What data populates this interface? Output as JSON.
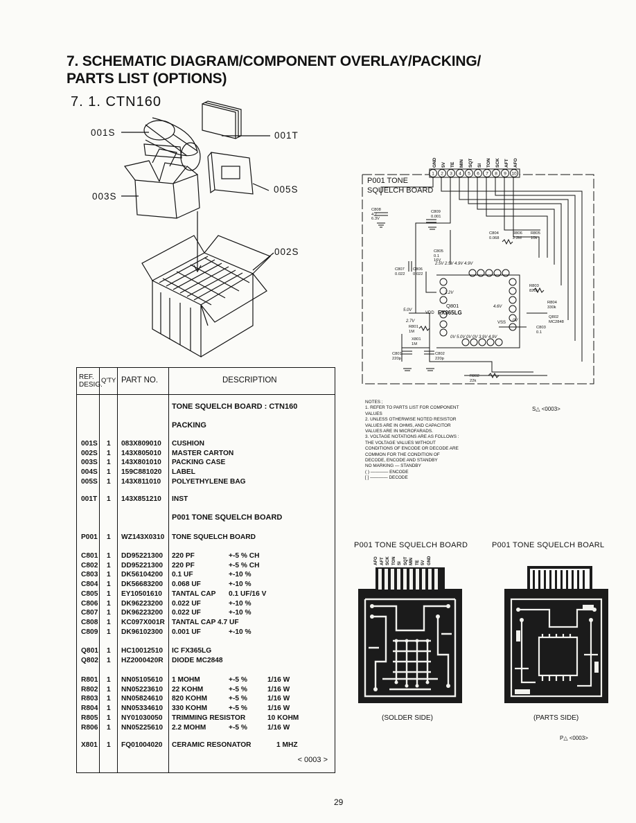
{
  "page": {
    "title_line1": "7. SCHEMATIC DIAGRAM/COMPONENT OVERLAY/PACKING/",
    "title_line2": "PARTS LIST (OPTIONS)",
    "subtitle": "7. 1.  CTN160",
    "page_number": "29"
  },
  "packing_labels": {
    "cushion": "001S",
    "inst": "001T",
    "case": "003S",
    "bag": "005S",
    "carton": "002S"
  },
  "table": {
    "headers": {
      "ref_line1": "REF.",
      "ref_line2": "DESIG.",
      "qty": "Q'TY",
      "part": "PART NO.",
      "desc": "DESCRIPTION"
    },
    "section_board": "TONE SQUELCH BOARD : CTN160",
    "section_packing": "PACKING",
    "section_p001": "P001 TONE SQUELCH BOARD",
    "footer": "< 0003 >",
    "packing_rows": [
      {
        "ref": "001S",
        "qty": "1",
        "part": "083X809010",
        "desc": "CUSHION",
        "tol": "",
        "extra": ""
      },
      {
        "ref": "002S",
        "qty": "1",
        "part": "143X805010",
        "desc": "MASTER CARTON",
        "tol": "",
        "extra": ""
      },
      {
        "ref": "003S",
        "qty": "1",
        "part": "143X801010",
        "desc": "PACKING CASE",
        "tol": "",
        "extra": ""
      },
      {
        "ref": "004S",
        "qty": "1",
        "part": "159C881020",
        "desc": "LABEL",
        "tol": "",
        "extra": ""
      },
      {
        "ref": "005S",
        "qty": "1",
        "part": "143X811010",
        "desc": "POLYETHYLENE BAG",
        "tol": "",
        "extra": ""
      }
    ],
    "inst_rows": [
      {
        "ref": "001T",
        "qty": "1",
        "part": "143X851210",
        "desc": "INST",
        "tol": "",
        "extra": ""
      }
    ],
    "board_rows": [
      {
        "ref": "P001",
        "qty": "1",
        "part": "WZ143X0310",
        "desc": "TONE SQUELCH BOARD",
        "tol": "",
        "extra": ""
      }
    ],
    "cap_rows": [
      {
        "ref": "C801",
        "qty": "1",
        "part": "DD95221300",
        "desc": "220 PF",
        "tol": "+-5 % CH",
        "extra": ""
      },
      {
        "ref": "C802",
        "qty": "1",
        "part": "DD95221300",
        "desc": "220 PF",
        "tol": "+-5 % CH",
        "extra": ""
      },
      {
        "ref": "C803",
        "qty": "1",
        "part": "DK56104200",
        "desc": "0.1 UF",
        "tol": "+-10 %",
        "extra": ""
      },
      {
        "ref": "C804",
        "qty": "1",
        "part": "DK56683200",
        "desc": "0.068 UF",
        "tol": "+-10 %",
        "extra": ""
      },
      {
        "ref": "C805",
        "qty": "1",
        "part": "EY10501610",
        "desc": "TANTAL CAP",
        "tol": "0.1 UF/16 V",
        "extra": ""
      },
      {
        "ref": "C806",
        "qty": "1",
        "part": "DK96223200",
        "desc": "0.022 UF",
        "tol": "+-10 %",
        "extra": ""
      },
      {
        "ref": "C807",
        "qty": "1",
        "part": "DK96223200",
        "desc": "0.022 UF",
        "tol": "+-10 %",
        "extra": ""
      },
      {
        "ref": "C808",
        "qty": "1",
        "part": "KC097X001R",
        "desc": "TANTAL CAP 4.7 UF",
        "tol": "",
        "extra": ""
      },
      {
        "ref": "C809",
        "qty": "1",
        "part": "DK96102300",
        "desc": "0.001 UF",
        "tol": "+-10 %",
        "extra": ""
      }
    ],
    "ic_rows": [
      {
        "ref": "Q801",
        "qty": "1",
        "part": "HC10012510",
        "desc": "IC FX365LG",
        "tol": "",
        "extra": ""
      },
      {
        "ref": "Q802",
        "qty": "1",
        "part": "HZ2000420R",
        "desc": "DIODE MC2848",
        "tol": "",
        "extra": ""
      }
    ],
    "res_rows": [
      {
        "ref": "R801",
        "qty": "1",
        "part": "NN05105610",
        "desc": "1 MOHM",
        "tol": "+-5 %",
        "extra": "1/16 W"
      },
      {
        "ref": "R802",
        "qty": "1",
        "part": "NN05223610",
        "desc": "22 KOHM",
        "tol": "+-5 %",
        "extra": "1/16 W"
      },
      {
        "ref": "R803",
        "qty": "1",
        "part": "NN05824610",
        "desc": "820 KOHM",
        "tol": "+-5 %",
        "extra": "1/16 W"
      },
      {
        "ref": "R804",
        "qty": "1",
        "part": "NN05334610",
        "desc": "330 KOHM",
        "tol": "+-5 %",
        "extra": "1/16 W"
      },
      {
        "ref": "R805",
        "qty": "1",
        "part": "NY01030050",
        "desc": "TRIMMING RESISTOR",
        "tol": "",
        "extra": "10 KOHM"
      },
      {
        "ref": "R806",
        "qty": "1",
        "part": "NN05225610",
        "desc": "2.2 MOHM",
        "tol": "+-5 %",
        "extra": "1/16 W"
      }
    ],
    "xtal_rows": [
      {
        "ref": "X801",
        "qty": "1",
        "part": "FQ01004020",
        "desc": "CERAMIC RESONATOR",
        "tol": "",
        "extra": "1 MHZ"
      }
    ]
  },
  "schematic": {
    "board_label_1": "P001 TONE",
    "board_label_2": "SQUELCH BOARD",
    "pins": [
      "GND",
      "5V",
      "TE",
      "MIN",
      "SQT",
      "SI",
      "TON",
      "SCK",
      "AFT",
      "AFO"
    ],
    "pin_numbers": [
      "1",
      "2",
      "3",
      "4",
      "5",
      "6",
      "7",
      "8",
      "9",
      "10"
    ],
    "ic_ref": "Q801",
    "ic_part": "FX365LG",
    "components": [
      {
        "ref": "C808",
        "value": "4.7",
        "rating": "6.3V"
      },
      {
        "ref": "C809",
        "value": "0.001",
        "rating": ""
      },
      {
        "ref": "C804",
        "value": "0.068",
        "rating": ""
      },
      {
        "ref": "R806",
        "value": "2.2M",
        "rating": ""
      },
      {
        "ref": "R805",
        "value": "10k",
        "rating": ""
      },
      {
        "ref": "C805",
        "value": "0.1",
        "rating": "16V"
      },
      {
        "ref": "C807",
        "value": "0.022",
        "rating": ""
      },
      {
        "ref": "C806",
        "value": "0.022",
        "rating": ""
      },
      {
        "ref": "R803",
        "value": "820k",
        "rating": ""
      },
      {
        "ref": "R804",
        "value": "330k",
        "rating": ""
      },
      {
        "ref": "Q802",
        "value": "MC2848",
        "rating": ""
      },
      {
        "ref": "C803",
        "value": "0.1",
        "rating": ""
      },
      {
        "ref": "R801",
        "value": "1M",
        "rating": ""
      },
      {
        "ref": "X801",
        "value": "1M",
        "rating": ""
      },
      {
        "ref": "C801",
        "value": "220p",
        "rating": ""
      },
      {
        "ref": "C802",
        "value": "220p",
        "rating": ""
      },
      {
        "ref": "R802",
        "value": "22k",
        "rating": ""
      }
    ],
    "vdd_label": "VDD",
    "vss_label": "VSS",
    "voltage_vdd": "5.0V",
    "voltage_vss": "0V",
    "voltage_2_7": "2.7V",
    "voltage_2_2": "2.2V",
    "voltage_4_6": "4.6V",
    "voltage_row": "0V  5.0V  0V  0V  3.9V 4.9V",
    "voltage_top": "2.5V 2.5V 4.9V 4.9V"
  },
  "notes": {
    "heading": "NOTES ;",
    "lines": [
      "1. REFER TO PARTS LIST FOR COMPONENT",
      "   VALUES",
      "2. UNLESS OTHERWISE NOTED RESISTOR",
      "   VALUES ARE IN OHMS, AND CAPACITOR",
      "   VALUES ARE IN MICROFARADS.",
      "3. VOLTAGE NOTATIONS ARE AS FOLLOWS :",
      "   THE VOLTAGE VALUES WITHOUT",
      "   CONDITIONS OF ENCODE OR DECODE ARE",
      "   COMMON FOR THE CONDITION OF",
      "   DECODE, ENCODE AND STANDBY",
      "   NO MARKING  — STANDBY",
      "   (    ) ———— ENCODE",
      "   [    ] ———— DECODE"
    ],
    "ref_s": "S△ <0003>",
    "ref_p": "P△ <0003>"
  },
  "pcb": {
    "left_title": "P001 TONE SQUELCH BOARD",
    "right_title": "P001 TONE SQUELCH BOARL",
    "left_caption": "(SOLDER SIDE)",
    "right_caption": "(PARTS SIDE)",
    "left_pins": [
      "AFO",
      "AFT",
      "SCK",
      "TON",
      "SI",
      "SQT",
      "MIN",
      "TE",
      "5V",
      "GND"
    ]
  }
}
